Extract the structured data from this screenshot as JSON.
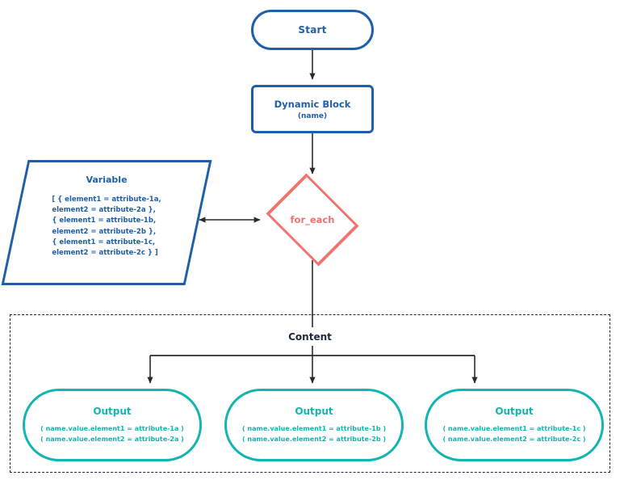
{
  "diagram": {
    "title": "Terraform dynamic block for_each flowchart",
    "colors": {
      "blue": "#1f5fa8",
      "salmon": "#f2736e",
      "teal": "#13b5b0",
      "navy": "#1b2a3c",
      "background": "#ffffff"
    }
  },
  "start": {
    "label": "Start"
  },
  "dynamic_block": {
    "label": "Dynamic Block",
    "subtitle": "(name)"
  },
  "variable": {
    "label": "Variable",
    "lines": [
      "[ { element1 = attribute-1a,",
      "element2 = attribute-2a },",
      "{ element1 = attribute-1b,",
      "element2 = attribute-2b },",
      "{ element1 = attribute-1c,",
      "element2 = attribute-2c } ]"
    ]
  },
  "for_each": {
    "label": "for_each"
  },
  "content": {
    "label": "Content"
  },
  "outputs": [
    {
      "label": "Output",
      "lines": [
        "( name.value.element1 = attribute-1a )",
        "( name.value.element2 = attribute-2a )"
      ]
    },
    {
      "label": "Output",
      "lines": [
        "( name.value.element1 = attribute-1b )",
        "( name.value.element2 = attribute-2b )"
      ]
    },
    {
      "label": "Output",
      "lines": [
        "( name.value.element1 = attribute-1c )",
        "( name.value.element2 = attribute-2c )"
      ]
    }
  ],
  "edges": [
    {
      "name": "start-to-dynamic-block",
      "kind": "arrow-down"
    },
    {
      "name": "dynamic-block-to-for-each",
      "kind": "arrow-down"
    },
    {
      "name": "variable-to-for-each",
      "kind": "double-arrow-horizontal"
    },
    {
      "name": "for-each-to-content",
      "kind": "arrow-down"
    },
    {
      "name": "content-to-output-0",
      "kind": "arrow-down"
    },
    {
      "name": "content-to-output-1",
      "kind": "arrow-down"
    },
    {
      "name": "content-to-output-2",
      "kind": "arrow-down"
    }
  ]
}
